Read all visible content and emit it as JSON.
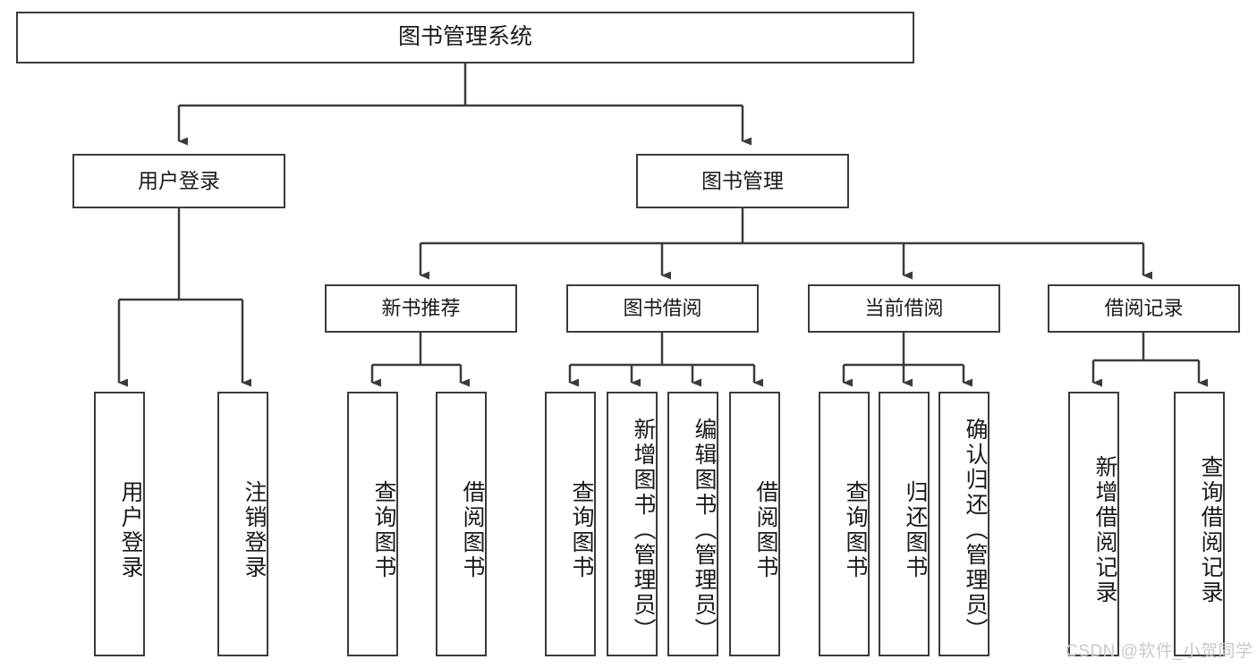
{
  "diagram": {
    "title": "图书管理系统",
    "type": "tree-hierarchy",
    "root": {
      "label": "图书管理系统"
    },
    "level1": [
      {
        "label": "用户登录"
      },
      {
        "label": "图书管理"
      }
    ],
    "level2": [
      {
        "label": "新书推荐"
      },
      {
        "label": "图书借阅"
      },
      {
        "label": "当前借阅"
      },
      {
        "label": "借阅记录"
      }
    ],
    "leaves": {
      "user_login": [
        {
          "label": "用户登录"
        },
        {
          "label": "注销登录"
        }
      ],
      "new_book_recommend": [
        {
          "label": "查询图书"
        },
        {
          "label": "借阅图书"
        }
      ],
      "book_borrow": [
        {
          "label": "查询图书"
        },
        {
          "label": "新增图书（管理员）"
        },
        {
          "label": "编辑图书（管理员）"
        },
        {
          "label": "借阅图书"
        }
      ],
      "current_borrow": [
        {
          "label": "查询图书"
        },
        {
          "label": "归还图书"
        },
        {
          "label": "确认归还（管理员）"
        }
      ],
      "borrow_record": [
        {
          "label": "新增借阅记录"
        },
        {
          "label": "查询借阅记录"
        }
      ]
    }
  },
  "watermark": {
    "text": "CSDN @软件_小贺同学"
  },
  "colors": {
    "stroke": "#3b3b3b",
    "background": "#ffffff",
    "text": "#1a1a1a",
    "watermark": "#c9c9c9"
  }
}
